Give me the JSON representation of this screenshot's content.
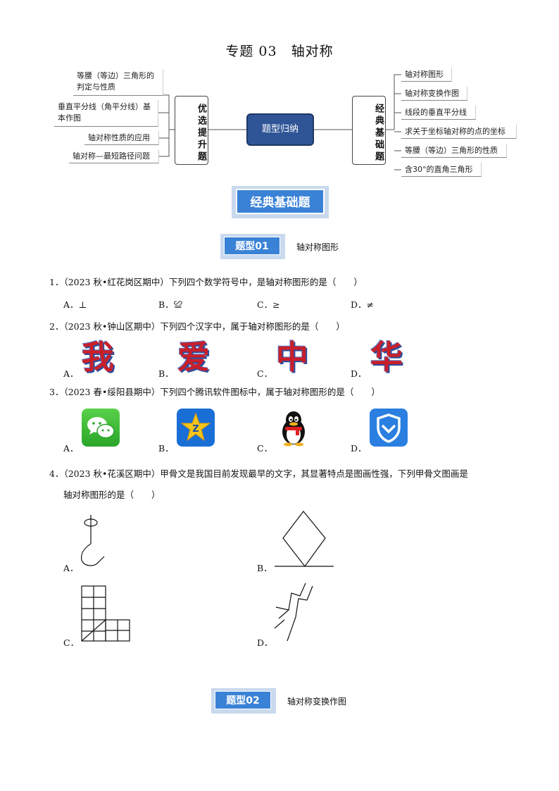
{
  "title": "专题 03　轴对称",
  "mindmap": {
    "center": "题型归纳",
    "left_group": "优选提升题",
    "right_group": "经典基础题",
    "left_items": [
      "等腰（等边）三角形的判定与性质",
      "垂直平分线（角平分线）基本作图",
      "轴对称性质的应用",
      "轴对称—最短路径问题"
    ],
    "right_items": [
      "轴对称图形",
      "轴对称变换作图",
      "线段的垂直平分线",
      "求关于坐标轴对称的点的坐标",
      "等腰（等边）三角形的性质",
      "含30°的直角三角形"
    ]
  },
  "section_banner": "经典基础题",
  "type01": {
    "tag": "题型01",
    "label": "轴对称图形"
  },
  "type02": {
    "tag": "题型02",
    "label": "轴对称变换作图"
  },
  "questions": {
    "q1": {
      "stem": "1．（2023 秋•红花岗区期中）下列四个数学符号中，是轴对称图形的是（　　）",
      "options": [
        "A．⊥",
        "B．≌",
        "C．≥",
        "D．≠"
      ]
    },
    "q2": {
      "stem": "2．（2023 秋•钟山区期中）下列四个汉字中，属于轴对称图形的是（　　）",
      "letters": [
        "A．",
        "B．",
        "C．",
        "D．"
      ],
      "chars": [
        "我",
        "爱",
        "中",
        "华"
      ]
    },
    "q3": {
      "stem": "3．（2023 春•绥阳县期中）下列四个腾讯软件图标中，属于轴对称图形的是（　　）",
      "letters": [
        "A．",
        "B．",
        "C．",
        "D．"
      ],
      "icons": [
        "wechat-icon",
        "qzone-icon",
        "qq-penguin-icon",
        "tencent-security-icon"
      ]
    },
    "q4": {
      "stem_line1": "4．（2023 秋•花溪区期中）甲骨文是我国目前发现最早的文字，其显著特点是图画性强，下列甲骨文图画是",
      "stem_line2": "轴对称图形的是（　　）",
      "letters": [
        "A．",
        "B．",
        "C．",
        "D．"
      ]
    }
  },
  "colors": {
    "accent": "#3a82d6",
    "center_node": "#2f5597",
    "hanzi": "#c8202a"
  }
}
